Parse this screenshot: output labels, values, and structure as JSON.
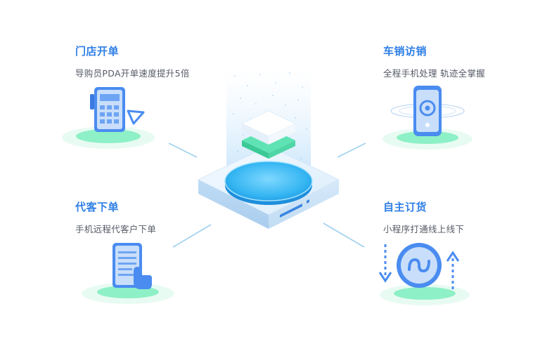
{
  "features": {
    "store_order": {
      "title": "门店开单",
      "desc": "导购员PDA开单速度提升5倍",
      "icon": "pda-terminal-icon"
    },
    "van_sales": {
      "title": "车销访销",
      "desc": "全程手机处理 轨迹全掌握",
      "icon": "mobile-phone-icon"
    },
    "proxy_order": {
      "title": "代客下单",
      "desc": "手机远程代客户下单",
      "icon": "hand-document-icon"
    },
    "self_order": {
      "title": "自主订货",
      "desc": "小程序打通线上线下",
      "icon": "mini-program-icon"
    }
  },
  "hub": {
    "icon": "platform-hub-icon"
  },
  "colors": {
    "accent_blue": "#2f7fe6",
    "accent_green": "#5fe3b4",
    "text_gray": "#555a66",
    "line_blue": "#9fd0ee"
  }
}
